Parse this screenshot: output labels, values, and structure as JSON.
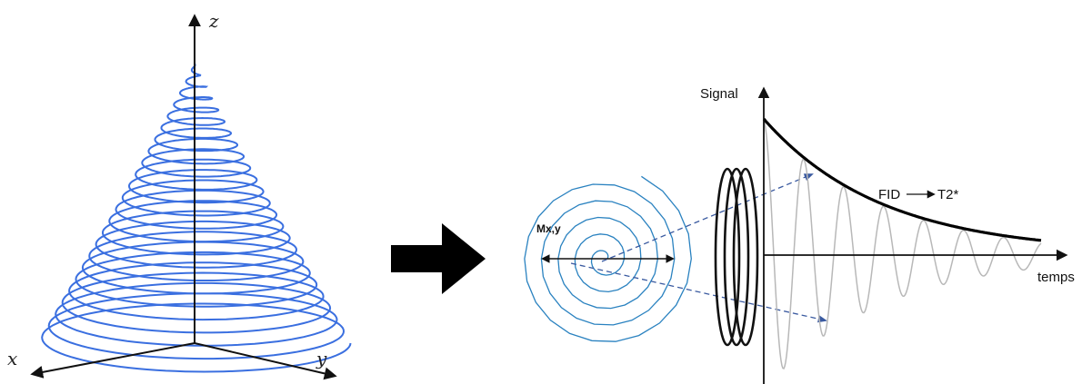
{
  "panel_3d": {
    "axis_labels": {
      "x": "x",
      "y": "y",
      "z": "z"
    }
  },
  "panel_fid": {
    "magnetization_label": "Mx,y",
    "signal_label": "Signal",
    "time_label": "temps",
    "fid_label": "FID",
    "t2_label": "T2*"
  },
  "colors": {
    "helix": "#3a6fe0",
    "spiral": "#2a82c0",
    "fid_envelope": "#000000",
    "fid_oscillation": "#b8b8b8",
    "projection_arrows": "#3a5aa0",
    "axes": "#111111"
  }
}
